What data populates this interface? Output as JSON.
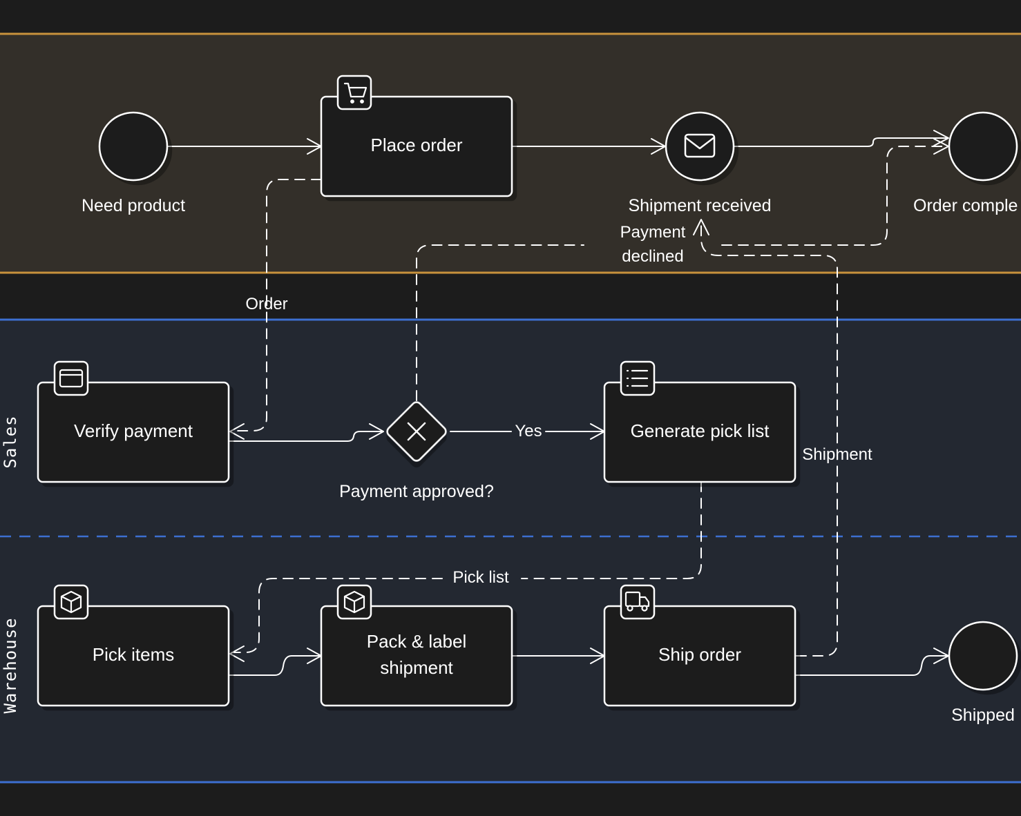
{
  "colors": {
    "background": "#1c1c1c",
    "customer_pool_fill": "#332f29",
    "customer_pool_border": "#c8923c",
    "org_pool_fill": "#232831",
    "org_pool_border": "#3d6fd1",
    "node_fill": "#1b1b1b",
    "stroke": "#ffffff"
  },
  "lanes": {
    "sales": "Sales",
    "warehouse": "Warehouse"
  },
  "events": {
    "need_product": "Need product",
    "shipment_received": "Shipment received",
    "order_complete": "Order comple",
    "shipped": "Shipped"
  },
  "tasks": {
    "place_order": {
      "label": "Place order",
      "icon": "cart-icon"
    },
    "verify_payment": {
      "label": "Verify payment",
      "icon": "credit-card-icon"
    },
    "generate_pick_list": {
      "label": "Generate pick list",
      "icon": "list-icon"
    },
    "pick_items": {
      "label": "Pick items",
      "icon": "box-icon"
    },
    "pack_label_line1": "Pack & label",
    "pack_label_line2": "shipment",
    "pack_label_icon": "box-icon",
    "ship_order": {
      "label": "Ship order",
      "icon": "truck-icon"
    }
  },
  "gateway": {
    "label": "Payment approved?",
    "icon": "x-icon"
  },
  "flow_labels": {
    "order": "Order",
    "payment_declined_line1": "Payment",
    "payment_declined_line2": "declined",
    "yes": "Yes",
    "shipment": "Shipment",
    "pick_list": "Pick list"
  }
}
